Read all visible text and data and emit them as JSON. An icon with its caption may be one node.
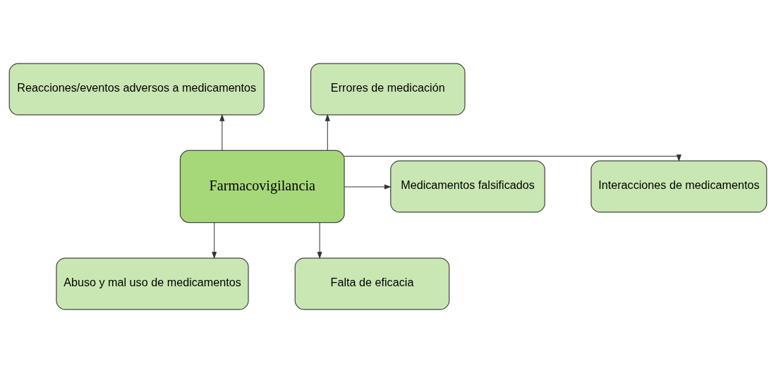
{
  "diagram": {
    "nodes": [
      {
        "text": [
          "Reacciones/eventos adversos a medicamentos"
        ]
      },
      {
        "text": [
          "Errores de medicación"
        ]
      },
      {
        "text": [
          "Interacciones de medicamentos"
        ]
      },
      {
        "text": [
          "Farmacovigilancia"
        ]
      },
      {
        "text": [
          "Medicamentos falsificados"
        ]
      },
      {
        "text": [
          "Abuso y mal uso de medicamentos"
        ]
      },
      {
        "text": [
          "Falta de eficacia"
        ]
      }
    ],
    "edges": [
      {
        "from": 3,
        "to": 0,
        "arrow": "to"
      },
      {
        "from": 3,
        "to": 1,
        "arrow": "to"
      },
      {
        "from": 3,
        "to": 2,
        "arrow": "to"
      },
      {
        "from": 3,
        "to": 4,
        "arrow": "to"
      },
      {
        "from": 3,
        "to": 5,
        "arrow": "to"
      },
      {
        "from": 3,
        "to": 6,
        "arrow": "to"
      }
    ]
  }
}
